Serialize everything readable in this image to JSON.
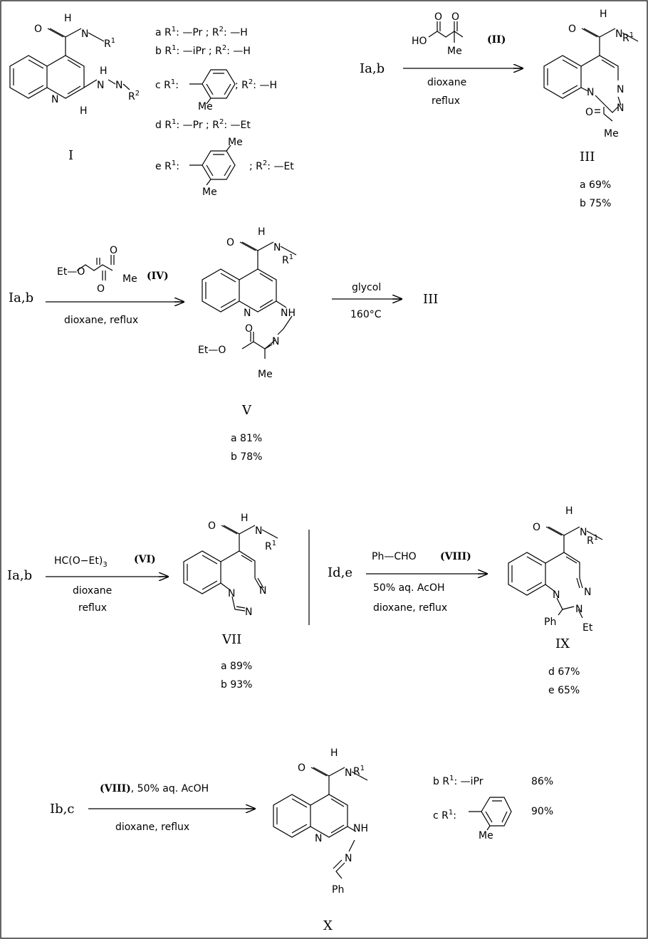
{
  "compounds": {
    "I": "I",
    "III": "III",
    "V": "V",
    "VII": "VII",
    "IX": "IX",
    "X": "X"
  },
  "substituents": [
    {
      "key": "a",
      "r1": "—Pr",
      "r2": "—H"
    },
    {
      "key": "b",
      "r1": "—iPr",
      "r2": "—H"
    },
    {
      "key": "c",
      "r1": "",
      "r2": "—H"
    },
    {
      "key": "d",
      "r1": "—Pr",
      "r2": "—Et"
    },
    {
      "key": "e",
      "r1": "",
      "r2": "—Et"
    }
  ],
  "reagents": {
    "pyruvic": "(II)",
    "ethyl_pyruvate": "(IV)",
    "orthoformate": "(VI)",
    "benzaldehyde": "(VIII)",
    "benzaldehyde_formula": "Ph—CHO"
  },
  "conditions": {
    "dioxane": "dioxane",
    "reflux": "reflux",
    "dioxane_reflux": "dioxane, reflux",
    "glycol": "glycol",
    "temp": "160°C",
    "aq_acoh": "50% aq. AcOH",
    "viii_acoh": ", 50% aq. AcOH"
  },
  "starting": {
    "ab1": "Ia,b",
    "ab2": "Ia,b",
    "ab3": "Ia,b",
    "de": "Id,e",
    "bc": "Ib,c"
  },
  "yields": {
    "III": [
      {
        "key": "a",
        "value": "69%"
      },
      {
        "key": "b",
        "value": "75%"
      }
    ],
    "V": [
      {
        "key": "a",
        "value": "81%"
      },
      {
        "key": "b",
        "value": "78%"
      }
    ],
    "VII": [
      {
        "key": "a",
        "value": "89%"
      },
      {
        "key": "b",
        "value": "93%"
      }
    ],
    "IX": [
      {
        "key": "d",
        "value": "67%"
      },
      {
        "key": "e",
        "value": "65%"
      }
    ],
    "X": [
      {
        "key": "b",
        "r1": "—iPr",
        "value": "86%"
      },
      {
        "key": "c",
        "r1": "",
        "value": "90%"
      }
    ]
  },
  "atoms": {
    "N": "N",
    "H": "H",
    "O": "O",
    "R": "R",
    "Me": "Me",
    "Et": "Et",
    "Ph": "Ph",
    "HO": "HO",
    "Et_O": "Et—O",
    "Et_O2": "Et—O",
    "NH": "NH",
    "H2": "H",
    "one": "1",
    "two": "2"
  }
}
